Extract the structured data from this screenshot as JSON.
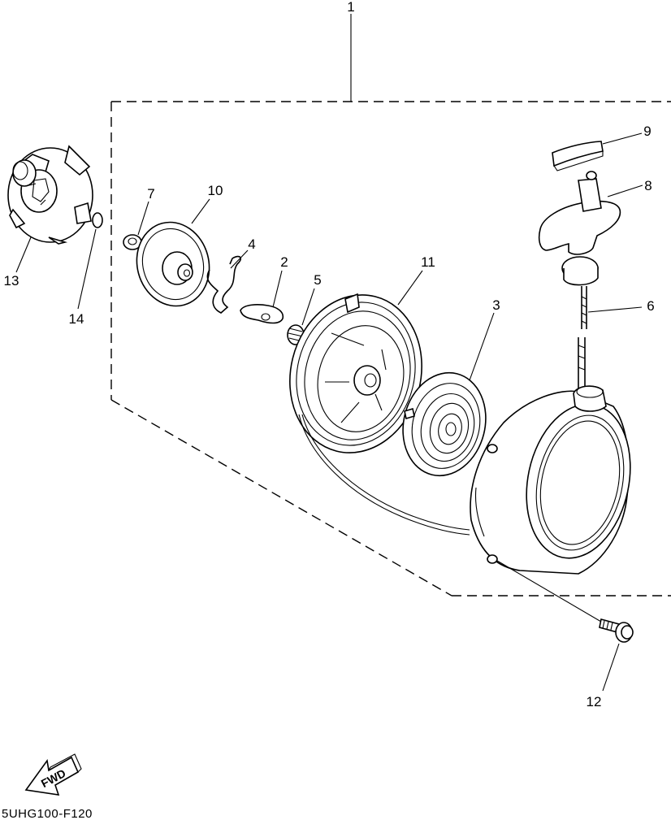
{
  "callouts": {
    "p1": "1",
    "p2": "2",
    "p3": "3",
    "p4": "4",
    "p5": "5",
    "p6": "6",
    "p7": "7",
    "p8": "8",
    "p9": "9",
    "p10": "10",
    "p11": "11",
    "p12": "12",
    "p13": "13",
    "p14": "14"
  },
  "fwd_label": "FWD",
  "drawing_code": "5UHG100-F120"
}
